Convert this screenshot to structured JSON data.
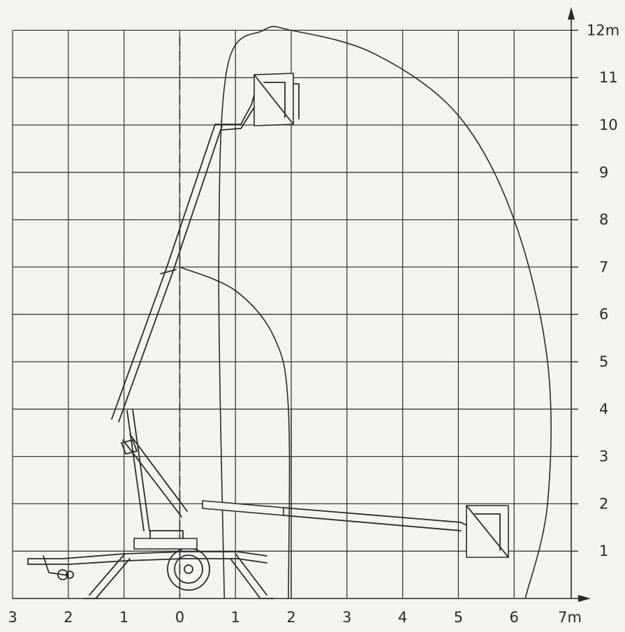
{
  "chart_data": {
    "type": "diagram",
    "x_ticks": [
      "3",
      "2",
      "1",
      "0",
      "1",
      "2",
      "3",
      "4",
      "5",
      "6",
      "7m"
    ],
    "y_ticks": [
      "1",
      "2",
      "3",
      "4",
      "5",
      "6",
      "7",
      "8",
      "9",
      "10",
      "11",
      "12m"
    ],
    "x_range": [
      -3,
      7
    ],
    "y_range": [
      0,
      12
    ],
    "grid": true,
    "centerline_x": 0,
    "working_envelope_outer": [
      [
        0.8,
        0
      ],
      [
        0.7,
        7
      ],
      [
        0.85,
        11.2
      ],
      [
        1.5,
        12
      ],
      [
        2.0,
        12
      ],
      [
        3.5,
        11.5
      ],
      [
        5.0,
        10.2
      ],
      [
        6.0,
        8
      ],
      [
        6.6,
        5
      ],
      [
        6.6,
        2
      ],
      [
        6.2,
        0
      ]
    ],
    "working_envelope_inner": [
      [
        0,
        7.0
      ],
      [
        1.0,
        6.5
      ],
      [
        1.7,
        5.5
      ],
      [
        1.95,
        4
      ],
      [
        1.95,
        0
      ]
    ],
    "colors": {
      "background": "#f4f3ef",
      "line": "#2a2a2a",
      "grid": "#3a3a3a"
    }
  }
}
